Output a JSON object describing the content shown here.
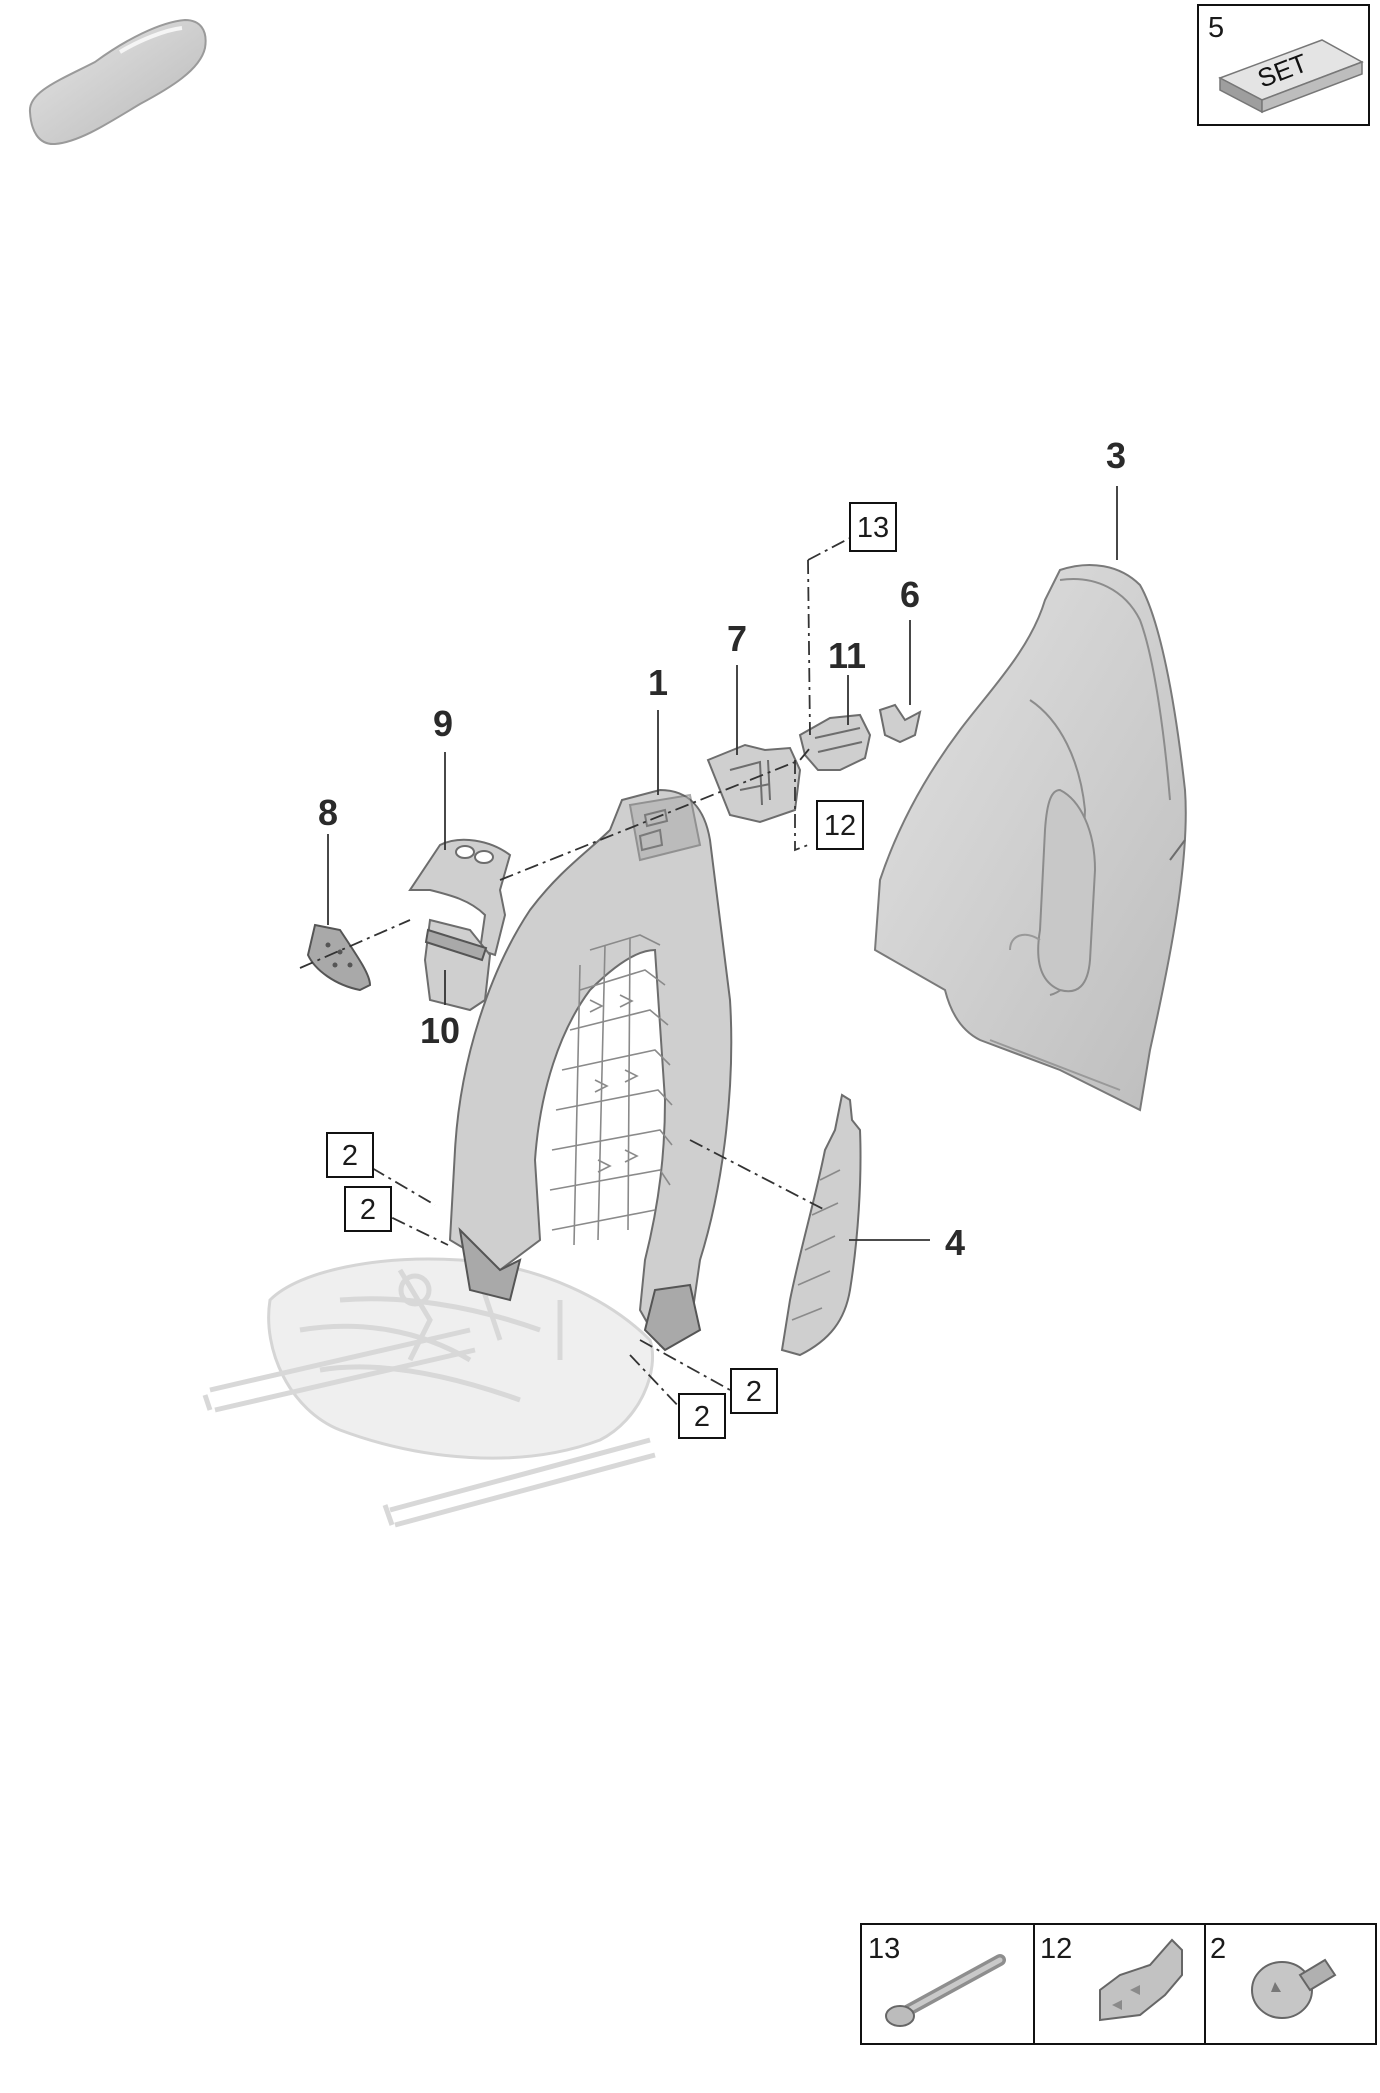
{
  "set_panel": {
    "number": "5",
    "label": "SET"
  },
  "callouts": {
    "c1": "1",
    "c3": "3",
    "c4": "4",
    "c6": "6",
    "c7": "7",
    "c8": "8",
    "c9": "9",
    "c10": "10",
    "c11": "11"
  },
  "boxed_refs": {
    "r13": "13",
    "r12": "12",
    "r2a": "2",
    "r2b": "2",
    "r2c": "2",
    "r2d": "2"
  },
  "fastener_table": [
    {
      "number": "13",
      "icon": "long-bolt-icon"
    },
    {
      "number": "12",
      "icon": "clip-nut-icon"
    },
    {
      "number": "2",
      "icon": "torx-screw-icon"
    }
  ]
}
